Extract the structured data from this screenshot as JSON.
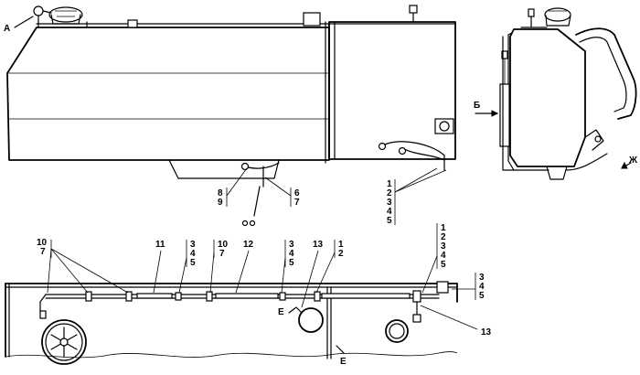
{
  "view_labels": {
    "a": "А",
    "b": "Б",
    "zh": "Ж",
    "e1": "Е",
    "e2": "Е"
  },
  "callouts": {
    "top_left_a": "8",
    "top_left_b": "9",
    "top_right_a": "6",
    "top_right_b": "7",
    "tank_stack": [
      "1",
      "2",
      "3",
      "4",
      "5"
    ],
    "bottom_1_a": "10",
    "bottom_1_b": "7",
    "bottom_11": "11",
    "bottom_2": [
      "3",
      "4",
      "5"
    ],
    "bottom_3_a": "10",
    "bottom_3_b": "7",
    "bottom_12": "12",
    "bottom_4": [
      "3",
      "4",
      "5"
    ],
    "bottom_13a": "13",
    "bottom_5": [
      "1",
      "2"
    ],
    "bottom_6": [
      "1",
      "2",
      "3",
      "4",
      "5"
    ],
    "bottom_7": [
      "3",
      "4",
      "5"
    ],
    "bottom_13b": "13"
  }
}
